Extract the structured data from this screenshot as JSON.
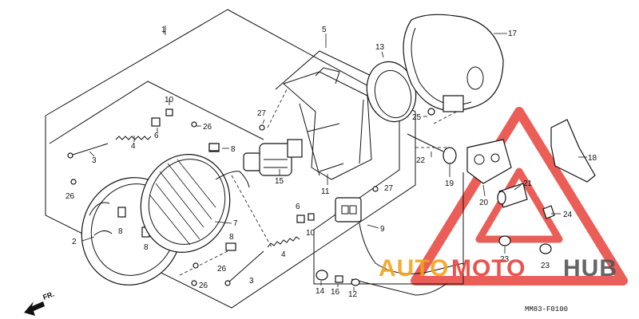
{
  "diagram_code": "MM83-F0100",
  "direction_label": "FR.",
  "watermark": {
    "part1": "AUTO",
    "part2": "MOTO",
    "part3": "HUB",
    "color_red": "#e8423c",
    "color_orange": "#f3a21c",
    "color_dark": "#555555"
  },
  "callouts": [
    "1",
    "2",
    "3",
    "4",
    "5",
    "6",
    "7",
    "8",
    "9",
    "10",
    "11",
    "12",
    "13",
    "14",
    "15",
    "16",
    "17",
    "18",
    "19",
    "20",
    "21",
    "22",
    "23",
    "24",
    "25",
    "26",
    "27"
  ]
}
